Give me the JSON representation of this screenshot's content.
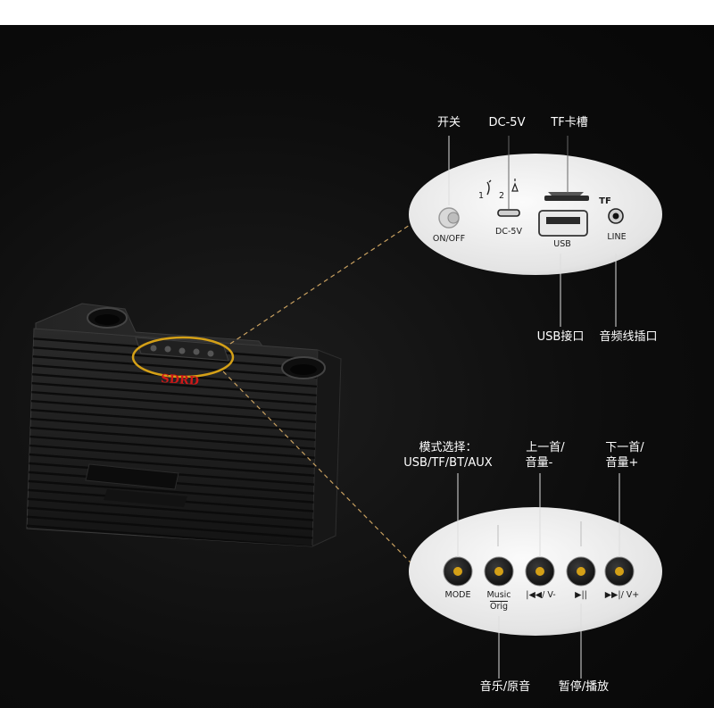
{
  "brand_logo": "SDRD",
  "top_panel": {
    "power": {
      "callout": "开关",
      "label": "ON/OFF"
    },
    "dc": {
      "callout": "DC-5V",
      "label": "DC-5V",
      "icon": "charge-icon"
    },
    "tf": {
      "callout": "TF卡槽",
      "label": "TF"
    },
    "usb": {
      "callout": "USB接口",
      "label": "USB"
    },
    "line": {
      "callout": "音频线插口",
      "label": "LINE"
    },
    "indicator_1": "1",
    "indicator_2": "2"
  },
  "bottom_panel": {
    "mode": {
      "callout_1": "模式选择：",
      "callout_2": "USB/TF/BT/AUX",
      "label": "MODE"
    },
    "music": {
      "callout": "音乐/原音",
      "label_top": "Music",
      "label_bottom": "Orig"
    },
    "prev": {
      "callout_1": "上一首/",
      "callout_2": "音量-",
      "label": "|◀◀/ V-"
    },
    "play": {
      "callout": "暂停/播放",
      "label": "▶||"
    },
    "next": {
      "callout_1": "下一首/",
      "callout_2": "音量+",
      "label": "▶▶|/ V+"
    }
  },
  "colors": {
    "accent": "#d4a017",
    "dashed": "#c8a060",
    "panel": "#f2f2f2",
    "device": "#1e1e1e"
  }
}
